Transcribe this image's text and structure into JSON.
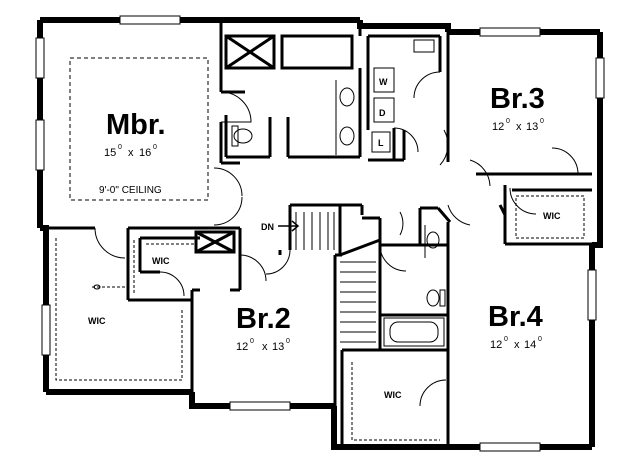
{
  "rooms": {
    "mbr": {
      "name": "Mbr.",
      "dim_w": "15",
      "dim_w_sup": "0",
      "dim_x": "x",
      "dim_h": "16",
      "dim_h_sup": "0",
      "ceiling": "9'-0\" CEILING"
    },
    "br3": {
      "name": "Br.3",
      "dim_w": "12",
      "dim_w_sup": "0",
      "dim_x": "x",
      "dim_h": "13",
      "dim_h_sup": "0"
    },
    "br2": {
      "name": "Br.2",
      "dim_w": "12",
      "dim_w_sup": "0",
      "dim_x": "x",
      "dim_h": "13",
      "dim_h_sup": "0"
    },
    "br4": {
      "name": "Br.4",
      "dim_w": "12",
      "dim_w_sup": "0",
      "dim_x": "x",
      "dim_h": "14",
      "dim_h_sup": "0"
    }
  },
  "closets": {
    "wic_mbr_small": "WIC",
    "wic_mbr_large": "WIC",
    "wic_br3": "WIC",
    "wic_br4": "WIC"
  },
  "utility": {
    "washer": "W",
    "dryer": "D",
    "linen": "L"
  },
  "stair": {
    "down_label": "DN"
  },
  "colors": {
    "wall": "#000000",
    "background": "#ffffff"
  }
}
